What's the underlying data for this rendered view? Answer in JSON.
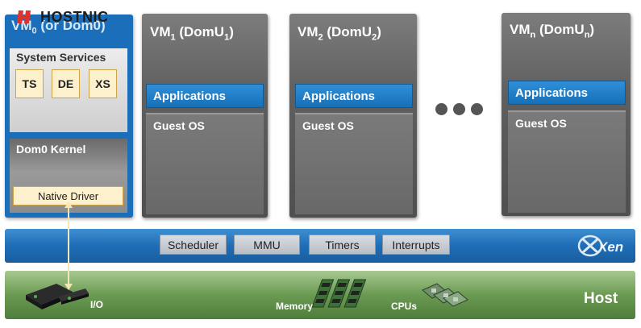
{
  "watermark": {
    "brand_text": "HOSTNIC"
  },
  "vm0": {
    "title": "VM",
    "title_sub": "0",
    "title_suffix": " (or Dom0)",
    "system_services": {
      "title": "System Services",
      "items": [
        "TS",
        "DE",
        "XS"
      ]
    },
    "kernel": {
      "title": "Dom0 Kernel",
      "driver": "Native Driver"
    }
  },
  "domu_vms": [
    {
      "title": "VM",
      "sub": "1",
      "mid": " (DomU",
      "sub2": "1",
      "end": ")",
      "apps": "Applications",
      "guest_os": "Guest OS"
    },
    {
      "title": "VM",
      "sub": "2",
      "mid": " (DomU",
      "sub2": "2",
      "end": ")",
      "apps": "Applications",
      "guest_os": "Guest OS"
    },
    {
      "title": "VM",
      "sub": "n",
      "mid": " (DomU",
      "sub2": "n",
      "end": ")",
      "apps": "Applications",
      "guest_os": "Guest OS"
    }
  ],
  "xen": {
    "components": [
      "Scheduler",
      "MMU",
      "Timers",
      "Interrupts"
    ],
    "logo_text": "Xen"
  },
  "host": {
    "title": "Host",
    "io_label": "I/O",
    "memory_label": "Memory",
    "cpus_label": "CPUs"
  },
  "colors": {
    "vm0_blue": "#1b6fba",
    "apps_blue": "#1670b8",
    "xen_blue": "#1f6db6",
    "host_green": "#6a9a52",
    "service_fill": "#fdf0cc"
  }
}
